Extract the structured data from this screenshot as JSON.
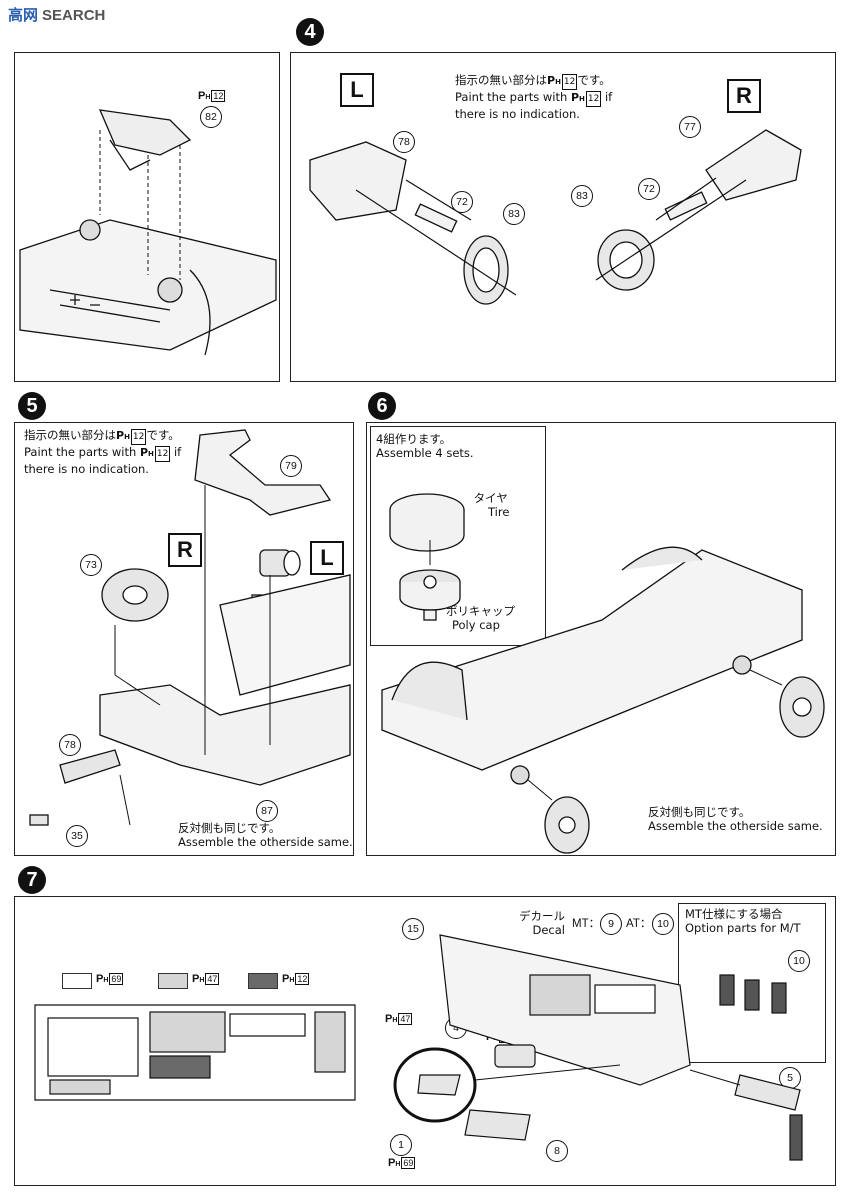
{
  "watermark": {
    "brand": "高网",
    "search": "SEARCH"
  },
  "steps": [
    {
      "num": "4",
      "paint_jp": "指示の無い部分は",
      "paint_jp_tail": "です。",
      "paint_en": "Paint the parts with",
      "paint_en_tail": "if",
      "paint_en2": "there is no indication.",
      "left_badge": "L",
      "right_badge": "R",
      "parts_left": [
        "78",
        "72",
        "83"
      ],
      "parts_right": [
        "77",
        "72",
        "83"
      ]
    },
    {
      "num": "5",
      "paint_jp": "指示の無い部分は",
      "paint_jp_tail": "です。",
      "paint_en": "Paint the parts with",
      "paint_en_tail": "if",
      "paint_en2": "there is no indication.",
      "badge_r": "R",
      "badge_l": "L",
      "parts": [
        "79",
        "73",
        "78",
        "35",
        "87"
      ],
      "same_jp": "反対側も同じです。",
      "same_en": "Assemble the otherside same."
    },
    {
      "num": "6",
      "sets_jp": "4組作ります。",
      "sets_en": "Assemble 4 sets.",
      "tire_jp": "タイヤ",
      "tire_en": "Tire",
      "polycap_jp": "ポリキャップ",
      "polycap_en": "Poly cap",
      "same_jp": "反対側も同じです。",
      "same_en": "Assemble the otherside same."
    },
    {
      "num": "7",
      "decal_jp": "デカール",
      "decal_en": "Decal",
      "mt_label": "MT：",
      "mt_part": "9",
      "at_label": "AT：",
      "at_part": "10",
      "option_jp": "MT仕様にする場合",
      "option_en": "Option parts for M/T",
      "parts": [
        "15",
        "4",
        "1",
        "8",
        "5",
        "10"
      ]
    }
  ],
  "paint": {
    "prefix": "P",
    "sub": "H",
    "codes": {
      "c12": "12",
      "c69": "69",
      "c47": "47"
    }
  },
  "colors": {
    "line": "#111111",
    "white_swatch": "#ffffff",
    "gray_swatch": "#d6d6d6",
    "dark_swatch": "#6a6a6a"
  }
}
